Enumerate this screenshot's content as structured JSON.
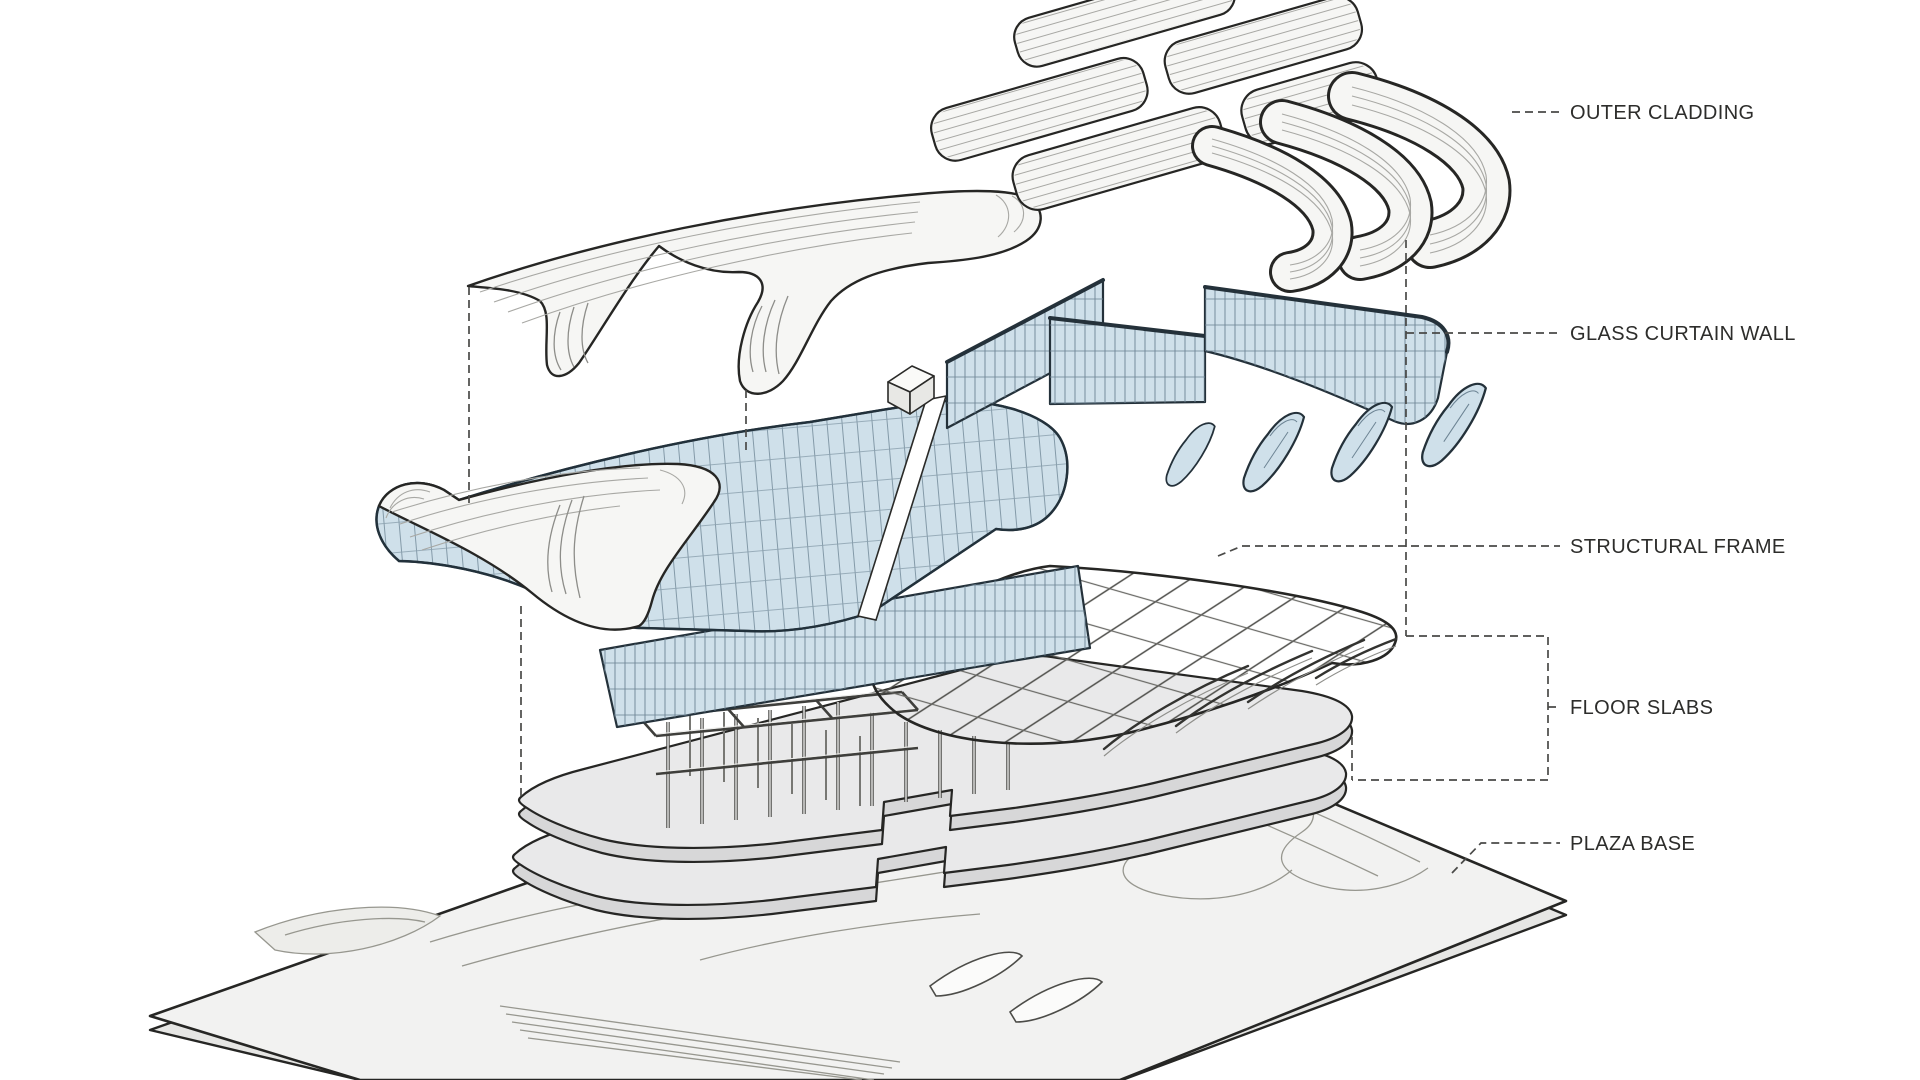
{
  "diagram": {
    "type": "exploded-axonometric-architecture-diagram",
    "labels": [
      {
        "id": "outer-cladding",
        "text": "OUTER CLADDING"
      },
      {
        "id": "glass-curtain-wall",
        "text": "GLASS CURTAIN WALL"
      },
      {
        "id": "structural-frame",
        "text": "STRUCTURAL FRAME"
      },
      {
        "id": "floor-slabs",
        "text": "FLOOR SLABS"
      },
      {
        "id": "plaza-base",
        "text": "PLAZA BASE"
      }
    ],
    "colors": {
      "background": "#ffffff",
      "outline": "#262624",
      "surface": "#f6f6f4",
      "stripe": "#a8a8a4",
      "glass": "#cfe0ea",
      "glassEdge": "#24313a",
      "mullion": "#6d8494",
      "slabTop": "#e9e9ea",
      "slabSide": "#d7d7d8",
      "plazaTop": "#f2f2f1",
      "plazaSide": "#e6e6e4",
      "contour": "#97978f",
      "beam": "#55554f",
      "leader": "#4a4a48",
      "label": "#2d2d2b"
    }
  }
}
